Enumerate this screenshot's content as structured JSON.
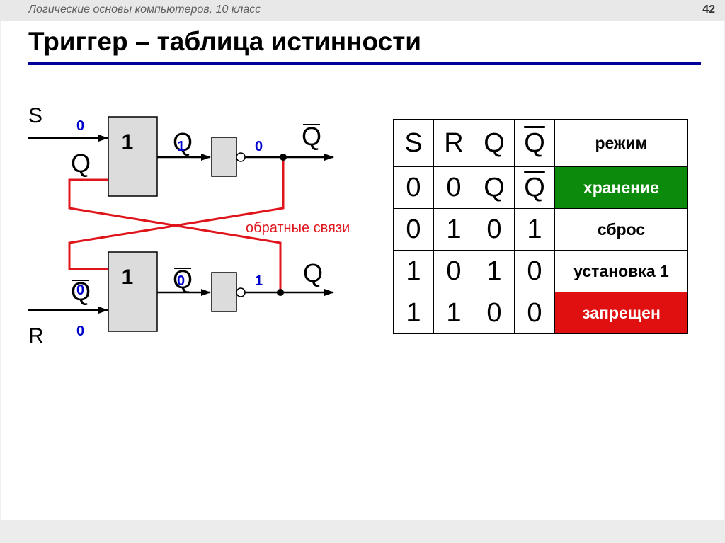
{
  "header": {
    "course": "Логические основы компьютеров, 10 класс",
    "page": "42"
  },
  "title": "Триггер – таблица истинности",
  "diagram": {
    "input_s": "S",
    "input_r": "R",
    "gate_label": "1",
    "out_q": "Q",
    "out_q_bar": "Q",
    "feedback_label": "обратные связи",
    "values": {
      "s_in": "0",
      "q_feedback": "0",
      "upper_or_out": "1",
      "upper_not_out": "0",
      "lower_or_out": "0",
      "lower_not_out": "1",
      "r_in": "0"
    },
    "colors": {
      "feedback": "#e0141b",
      "value": "#0000cc",
      "gate": "#dcdcdc"
    }
  },
  "truth_table": {
    "headers": {
      "s": "S",
      "r": "R",
      "q": "Q",
      "q_bar": "Q",
      "mode": "режим"
    },
    "rows": [
      {
        "s": "0",
        "r": "0",
        "q": "Q",
        "q_overline": false,
        "q_bar": "Q",
        "q_bar_overline": true,
        "mode": "хранение",
        "mode_bg": "#0b8a0b",
        "mode_fg": "#ffffff"
      },
      {
        "s": "0",
        "r": "1",
        "q": "0",
        "q_overline": false,
        "q_bar": "1",
        "q_bar_overline": false,
        "mode": "сброс",
        "mode_bg": "#ffffff",
        "mode_fg": "#000000"
      },
      {
        "s": "1",
        "r": "0",
        "q": "1",
        "q_overline": false,
        "q_bar": "0",
        "q_bar_overline": false,
        "mode": "установка 1",
        "mode_bg": "#ffffff",
        "mode_fg": "#000000"
      },
      {
        "s": "1",
        "r": "1",
        "q": "0",
        "q_overline": false,
        "q_bar": "0",
        "q_bar_overline": false,
        "mode": "запрещен",
        "mode_bg": "#e01010",
        "mode_fg": "#ffffff"
      }
    ]
  }
}
